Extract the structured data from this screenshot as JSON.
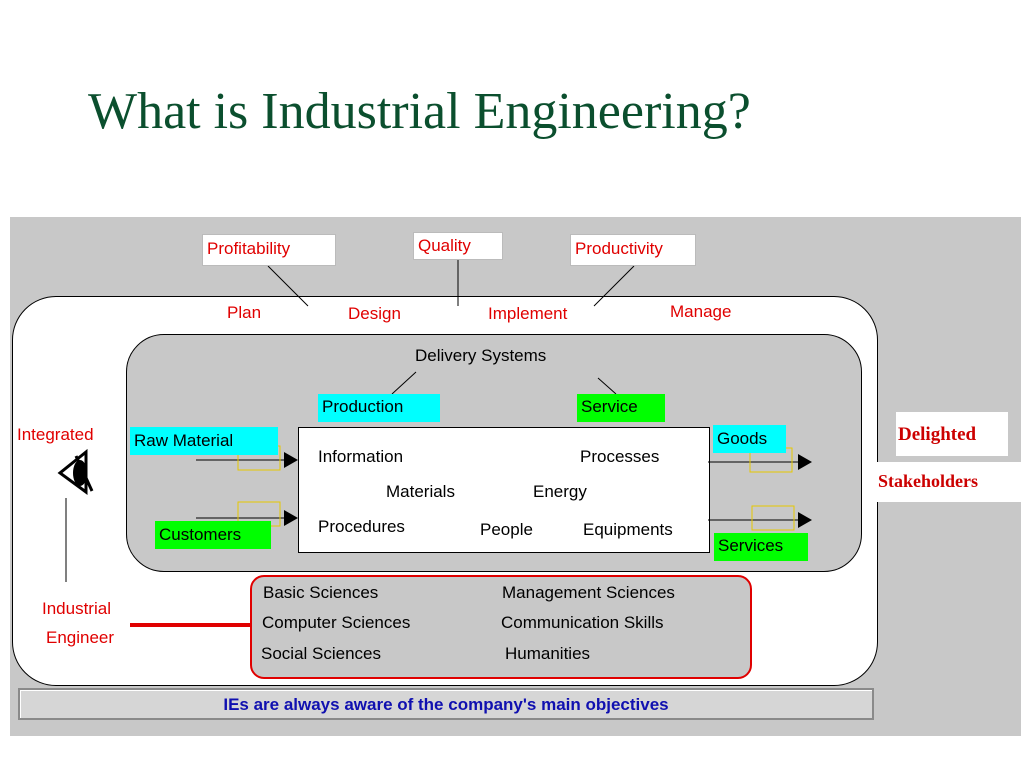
{
  "title": "What is Industrial Engineering?",
  "objectives": [
    "Profitability",
    "Quality",
    "Productivity"
  ],
  "stages": [
    "Plan",
    "Design",
    "Implement",
    "Manage"
  ],
  "delivery_systems": {
    "label": "Delivery Systems",
    "types": [
      "Production",
      "Service"
    ]
  },
  "inputs": [
    "Raw Material",
    "Customers"
  ],
  "outputs": [
    "Goods",
    "Services"
  ],
  "system_elements": [
    "Information",
    "Processes",
    "Materials",
    "Energy",
    "Procedures",
    "People",
    "Equipments"
  ],
  "integrated": "Integrated",
  "industrial_engineer": [
    "Industrial",
    "Engineer"
  ],
  "skills": [
    "Basic Sciences",
    "Management Sciences",
    "Computer Sciences",
    "Communication Skills",
    "Social Sciences",
    "Humanities"
  ],
  "result": [
    "Delighted",
    "Stakeholders"
  ],
  "banner": "IEs are always aware of the company's main objectives",
  "colors": {
    "title": "#0b4f2e",
    "accent_red": "#e00000",
    "cyan": "#00ffff",
    "green": "#00ff00",
    "panel_gray": "#c8c8c8",
    "banner_text": "#1010b0"
  },
  "icons": [
    "eye-icon"
  ]
}
